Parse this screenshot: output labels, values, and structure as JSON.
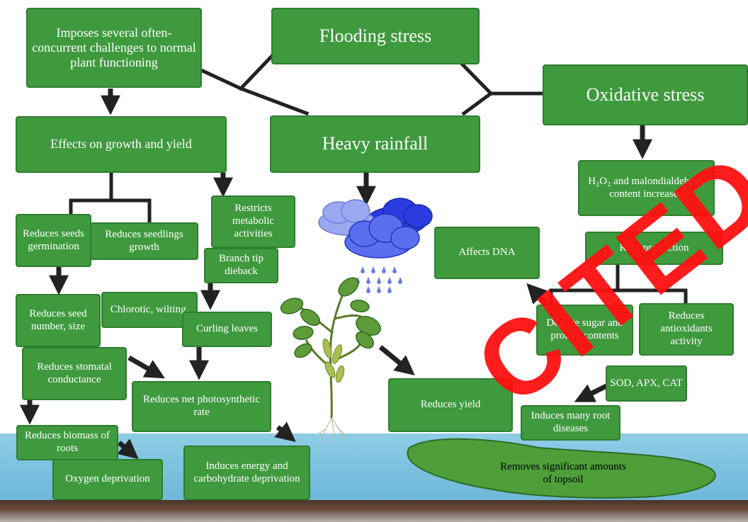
{
  "diagram": {
    "flooding": "Flooding stress",
    "imposes": "Imposes several often-concurrent challenges to normal plant functioning",
    "heavy_rainfall": "Heavy rainfall",
    "oxidative": "Oxidative stress",
    "effects_growth": "Effects on growth and yield",
    "h2o2": "H₂O₂ and malondialdehyde content increased",
    "reduces_seeds_germination": "Reduces seeds germination",
    "reduces_seedlings_growth": "Reduces seedlings growth",
    "restricts_metabolic": "Restricts metabolic activities",
    "affects_dna": "Affects DNA",
    "ros_production": "ROS production",
    "branch_tip": "Branch tip dieback",
    "reduces_seed_number": "Reduces seed number, size",
    "chlorotic": "Chlorotic, wilting,",
    "curling_leaves": "Curling leaves",
    "deplete_sugar": "Deplete sugar and protein contents",
    "reduces_antioxidants": "Reduces antioxidants activity",
    "reduces_stomatal": "Reduces stomatal conductance",
    "reduces_photosynthetic": "Reduces net photosynthetic rate",
    "reduces_yield": "Reduces yield",
    "sod_apx_cat": "SOD, APX, CAT",
    "induces_root_diseases": "Induces many root diseases",
    "reduces_biomass": "Reduces biomass of roots",
    "oxygen_deprivation": "Oxygen deprivation",
    "induces_energy": "Induces energy and carbohydrate deprivation",
    "removes_topsoil": "Removes significant amounts of topsoil"
  },
  "watermark": "CITED",
  "colors": {
    "box_fill": "#3f9a3e",
    "box_border": "#2f7d2f",
    "arrow": "#222222",
    "water": "#7cc3df",
    "pond": "#4e9e3a",
    "cloud_light": "#9aa8f2",
    "cloud_dark": "#2a3ce0",
    "rain": "#6a7fe0",
    "stamp": "#ff1010"
  },
  "icons": [
    "cloud-icon",
    "rain-icon",
    "soybean-plant-icon"
  ]
}
